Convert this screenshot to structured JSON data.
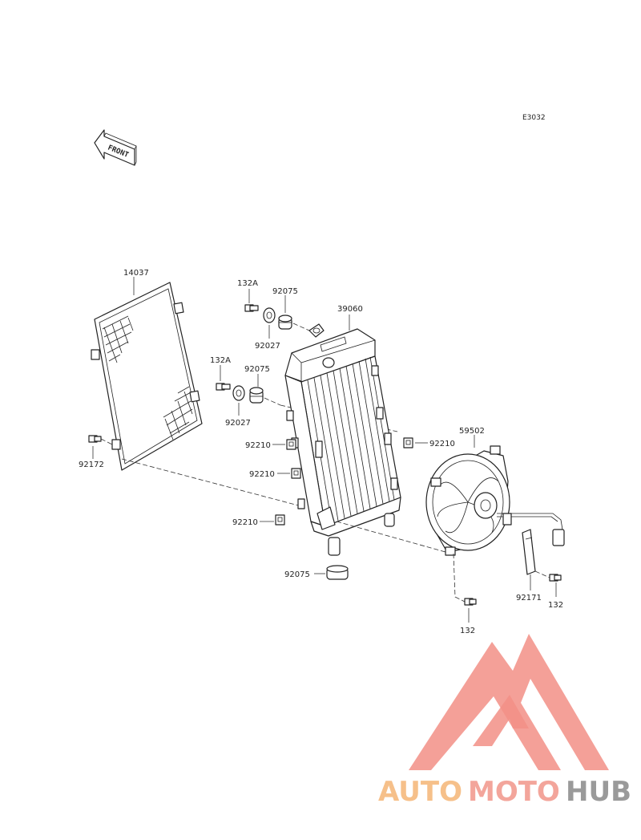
{
  "diagram": {
    "code": "E3032",
    "front_label": "FRONT",
    "parts": [
      {
        "id": "14037",
        "label": "14037"
      },
      {
        "id": "132A-top",
        "label": "132A"
      },
      {
        "id": "92075-top",
        "label": "92075"
      },
      {
        "id": "92027-top",
        "label": "92027"
      },
      {
        "id": "39060",
        "label": "39060"
      },
      {
        "id": "132A-mid",
        "label": "132A"
      },
      {
        "id": "92075-mid",
        "label": "92075"
      },
      {
        "id": "92027-mid",
        "label": "92027"
      },
      {
        "id": "92210-right",
        "label": "92210"
      },
      {
        "id": "59502",
        "label": "59502"
      },
      {
        "id": "92210-a",
        "label": "92210"
      },
      {
        "id": "92172",
        "label": "92172"
      },
      {
        "id": "92210-b",
        "label": "92210"
      },
      {
        "id": "92210-c",
        "label": "92210"
      },
      {
        "id": "92075-bottom",
        "label": "92075"
      },
      {
        "id": "92171",
        "label": "92171"
      },
      {
        "id": "132-right",
        "label": "132"
      },
      {
        "id": "132-bottom",
        "label": "132"
      }
    ]
  },
  "watermark": {
    "word_1": "AUTO",
    "word_2": "MOTO",
    "word_3": "HUB",
    "colors": {
      "auto": "#f6c08a",
      "moto": "#f3a59b",
      "hub": "#9a9a9a",
      "triangle": "#f28f86"
    }
  }
}
